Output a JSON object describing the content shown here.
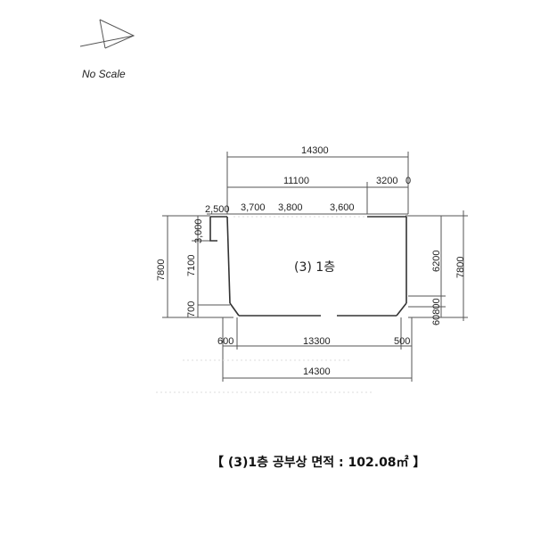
{
  "north_label": "No Scale",
  "room_label": "(3) 1층",
  "caption": "【  (3)1층 공부상 면적 : 102.08㎡  】",
  "dims": {
    "top_total": "14300",
    "top_main": "11100",
    "top_right": "3200",
    "top_zero": "0",
    "seg_a": "2,500",
    "seg_b": "3,700",
    "seg_c": "3,800",
    "seg_d": "3,600",
    "left_total": "7800",
    "left_main": "7100",
    "left_notch": "3,000",
    "left_bottom": "700",
    "right_total": "7800",
    "right_main": "6200",
    "right_bottom": "60800",
    "bot_left": "600",
    "bot_main": "13300",
    "bot_right": "500",
    "bot_total": "14300"
  }
}
